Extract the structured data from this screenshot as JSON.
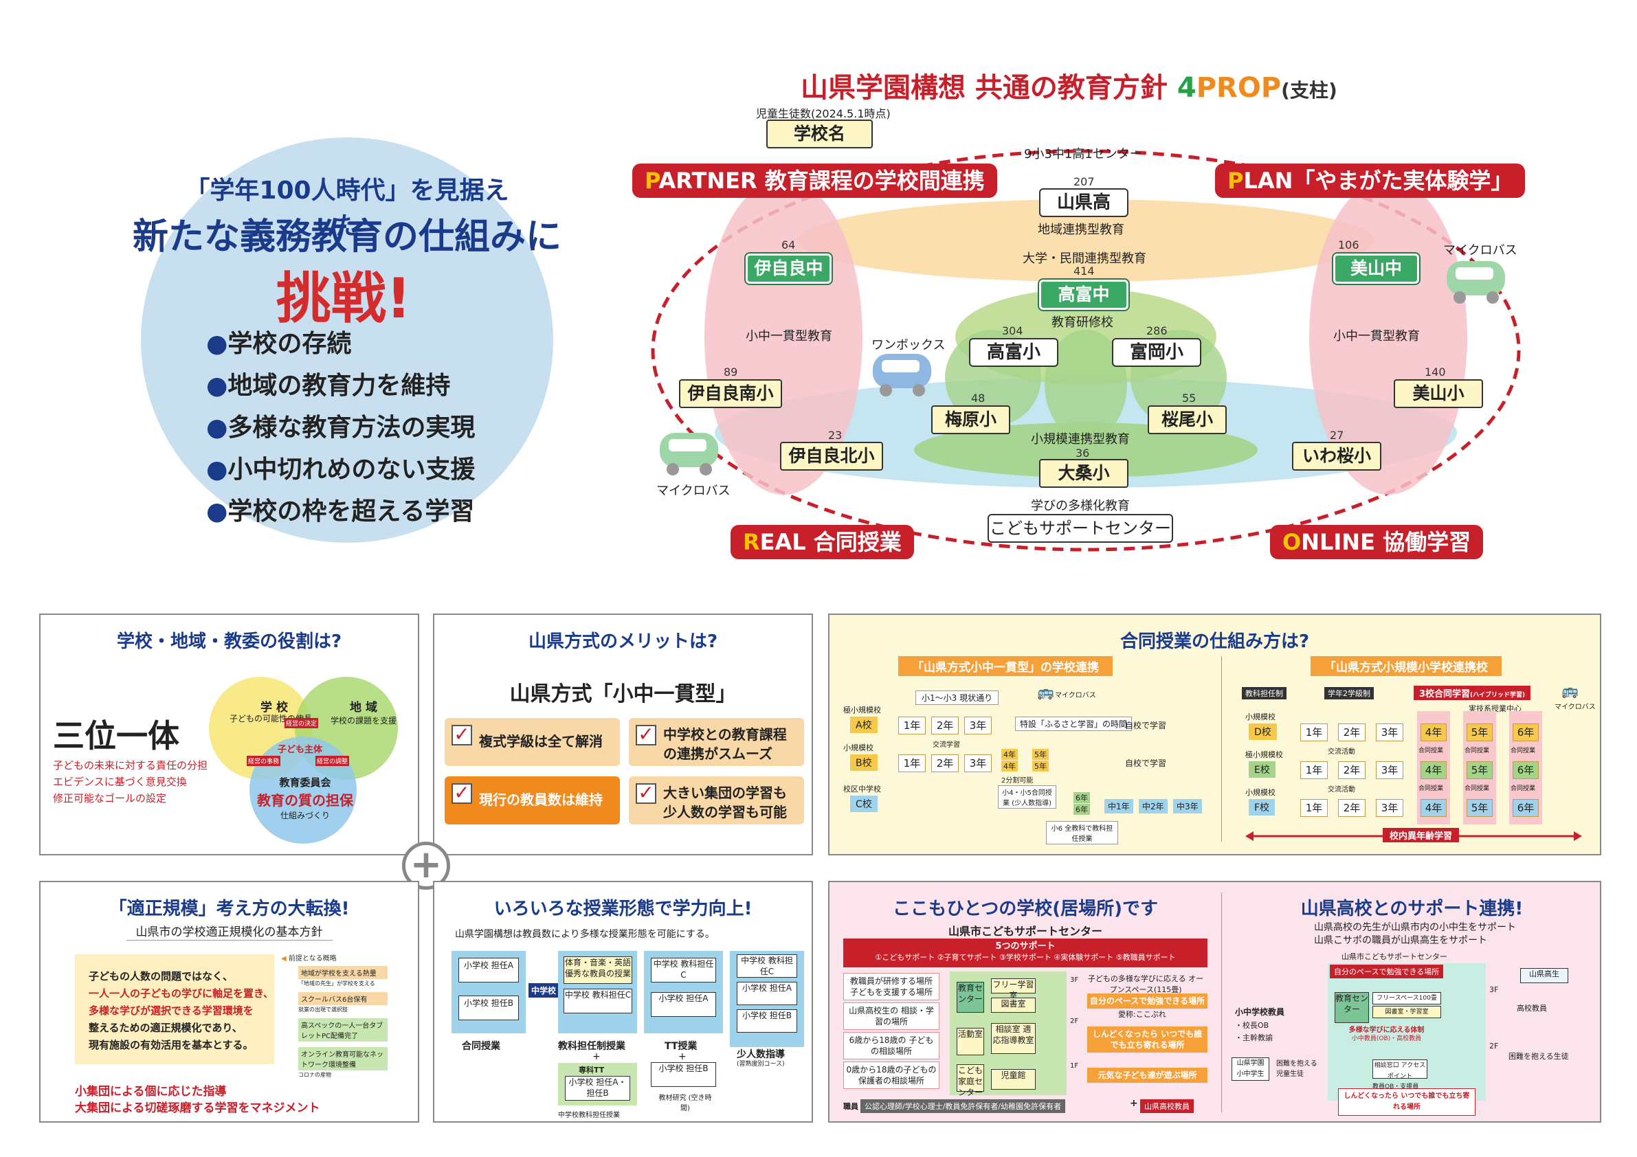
{
  "left": {
    "lead1": "「学年100人時代」を見据えた",
    "lead2": "新たな義務教育の仕組みに",
    "lead3": "挑戦!",
    "bullets": [
      "学校の存続",
      "地域の教育力を維持",
      "多様な教育方法の実現",
      "小中切れめのない支援",
      "学校の枠を超える学習"
    ]
  },
  "main": {
    "title_main": "山県学園構想 共通の教育方針 ",
    "title_4": "4",
    "title_prop": "PROP",
    "title_sub": "(支柱)",
    "legend_count": "児童生徒数(2024.5.1時点)",
    "legend_name": "学校名",
    "center_count": "9小3中1高1センター",
    "tags": {
      "partner_cap": "P",
      "partner": "ARTNER 教育課程の学校間連携",
      "plan_cap": "P",
      "plan": "LAN「やまがた実体験学」",
      "real_cap": "R",
      "real": "EAL 合同授業",
      "online_cap": "O",
      "online": "NLINE 協働学習"
    },
    "schools": {
      "yamagata_high": {
        "name": "山県高",
        "count": "207"
      },
      "iserachu": {
        "name": "伊自良中",
        "count": "64"
      },
      "miyamachu": {
        "name": "美山中",
        "count": "106"
      },
      "takatomichu": {
        "name": "高富中",
        "count": "414"
      },
      "takatomisho": {
        "name": "高富小",
        "count": "304"
      },
      "tomiokasho": {
        "name": "富岡小",
        "count": "286"
      },
      "iseranansho": {
        "name": "伊自良南小",
        "count": "89"
      },
      "miyamasho": {
        "name": "美山小",
        "count": "140"
      },
      "umebarasho": {
        "name": "梅原小",
        "count": "48"
      },
      "sakuraosho": {
        "name": "桜尾小",
        "count": "55"
      },
      "iserahokusho": {
        "name": "伊自良北小",
        "count": "23"
      },
      "iwazakurasho": {
        "name": "いわ桜小",
        "count": "27"
      },
      "okuwasho": {
        "name": "大桑小",
        "count": "36"
      }
    },
    "labels": {
      "chiiki": "地域連携型教育",
      "daigaku": "大学・民間連携型教育",
      "kenshu": "教育研修校",
      "shochu_l": "小中一貫型教育",
      "shochu_r": "小中一貫型教育",
      "shokibo": "小規模連携型教育",
      "tayo": "学びの多様化教育",
      "kodomo": "こどもサポートセンター",
      "microbus_l": "マイクロバス",
      "microbus_r": "マイクロバス",
      "onebox": "ワンボックス"
    }
  },
  "p1": {
    "title": "学校・地域・教委の役割は?",
    "big": "三位一体",
    "lines": [
      "子どもの未来に対する責任の分担",
      "エビデンスに基づく意見交換",
      "修正可能なゴールの設定"
    ],
    "gakko": "学 校",
    "gakko_sub": "子どもの可能性の伸長",
    "chiiki": "地 域",
    "chiiki_sub": "学校の課題を支援",
    "kyoiku": "教育委員会",
    "kyoiku_main": "教育の質の担保",
    "kyoiku_sub": "仕組みづくり",
    "center": "子ども主体",
    "tag1": "経営の決定",
    "tag2": "経営の事務",
    "tag3": "経営の調整"
  },
  "p2": {
    "title": "山県方式のメリットは?",
    "sub": "山県方式「小中一貫型」",
    "c1": "複式学級は全て解消",
    "c2": "中学校との教育課程の連携がスムーズ",
    "c3": "現行の教員数は維持",
    "c4": "大きい集団の学習も少人数の学習も可能"
  },
  "p3": {
    "title": "合同授業の仕組み方は?",
    "left_head": "「山県方式小中一貫型」の学校連携",
    "right_head": "「山県方式小規模小学校連携校",
    "l": {
      "top": "小1〜小3 現状通り",
      "microbus": "マイクロバス",
      "furusato": "特設「ふるさと学習」の時間",
      "jiko1": "自校で学習",
      "jiko2": "自校で学習",
      "a_type": "極小規模校",
      "a": "A校",
      "b_type": "小規模校",
      "b": "B校",
      "c_type": "校区中学校",
      "c": "C校",
      "g1": "1年",
      "g2": "2年",
      "g3": "3年",
      "g4": "4年",
      "g5": "5年",
      "g6": "6年",
      "koryu": "交流学習",
      "fukushiki": "2分割可能",
      "gouhoujugyo": "小4・小5合同授業 (少人数指導)",
      "sho6": "小6 全教科で教科担任授業",
      "j1": "中1年",
      "j2": "中2年",
      "j3": "中3年"
    },
    "r": {
      "h1": "教科担任制",
      "h2": "学年2学級制",
      "h3": "3校合同学習",
      "h3b": "(ハイブリッド学習)",
      "microbus": "マイクロバス",
      "jissai": "実技系授業中心",
      "d_type": "小規模校",
      "d": "D校",
      "e_type": "極小規模校",
      "e": "E校",
      "f_type": "小規模校",
      "f": "F校",
      "koryu": "交流活動",
      "goudou": "合同授業",
      "bottom": "校内異年齢学習"
    }
  },
  "p4": {
    "title": "「適正規模」考え方の大転換!",
    "sub": "山県市の学校適正規模化の基本方針",
    "body": [
      "子どもの人数の問題ではなく、",
      "一人一人の子どもの学びに軸足を置き、",
      "多様な学びが選択できる学習環境を",
      "整えるための適正規模化であり、",
      "現有施設の有効活用を基本とする。"
    ],
    "zentei": "前提となる概略",
    "items": [
      "地域が学校を支える熱量",
      "スクールバス6台保有",
      "高スペックの一人一台タブレットPC配備完了",
      "オンライン教育可能なネットワーク環境整備"
    ],
    "items_sub": [
      "「地域の先生」が学校を支える",
      "就業の出現で選択肢",
      "",
      "コロナの産物"
    ],
    "foot1": "小集団による個に応じた指導",
    "foot2": "大集団による切磋琢磨する学習をマネジメント"
  },
  "p5": {
    "title": "いろいろな授業形態で学力向上!",
    "sub": "山県学園構想は教員数により多様な授業形態を可能にする。",
    "forms": [
      "合同授業",
      "教科担任制授業",
      "TT授業",
      "少人数指導"
    ],
    "forms_sub": [
      "",
      "",
      "",
      "(習熟度別コース)"
    ],
    "chu": "中学校",
    "boxes": {
      "a1": "小学校 担任A",
      "b1": "小学校 担任B",
      "c1": "体育・音楽・英語 優秀な教員の授業",
      "c2": "中学校 教科担任C",
      "d1": "中学校 教科担任C",
      "d2": "小学校 担任A",
      "e1": "中学校 教科担任C",
      "e2": "小学校 担任A",
      "e3": "小学校 担任B",
      "f1": "専科TT",
      "f2": "小学校 担任A・担任B",
      "g1": "小学校 担任B"
    },
    "note1": "中学校教科担任授業",
    "note2": "教材研究 (空き時間)"
  },
  "p6": {
    "title": "ここもひとつの学校(居場所)です",
    "sub": "山県市こどもサポートセンター",
    "support_head": "5つのサポート",
    "support_list": "①こどもサポート ②子育てサポート ③学校サポート ④実体験サポート ⑤教職員サポート",
    "left_items": [
      "教職員が研修する場所 子どもを支援する場所",
      "山県高校生の 相談・学習の場所",
      "6歳から18歳の 子どもの相談場所",
      "0歳から18歳の子どもの 保護者の相談場所"
    ],
    "right_items": [
      "子どもの多様な学びに応える オープンスペース(115畳)",
      "自分のペースで勉強できる場所",
      "愛称:ここぷれ",
      "しんどくなったら いつでも誰でも立ち寄れる場所",
      "元気な子ども達が遊ぶ場所"
    ],
    "rooms": [
      "教育センター",
      "フリー学習室",
      "図書室",
      "活動室",
      "相談室 適応指導教室",
      "こども家庭センター",
      "児童館"
    ],
    "floors": [
      "3F",
      "2F",
      "1F"
    ],
    "staff_label": "職員",
    "staff": "公認心理師/学校心理士/教員免許保有者/幼稚園免許保有者",
    "staff_plus": "山県高校教員"
  },
  "p7": {
    "title": "山県高校とのサポート連携!",
    "line1": "山県高校の先生が山県市内の小中生をサポート",
    "line2": "山県こサポの職員が山県高生をサポート",
    "center": "山県市こどもサポートセンター",
    "top_bar": "自分のペースで勉強できる場所",
    "left_group": "小中学校教員",
    "left_items": [
      "・校長OB",
      "・主幹教諭"
    ],
    "student": "山県学園 小中学生",
    "trouble1": "困難を抱える 児童生徒",
    "trouble2": "困難を抱える生徒",
    "kokosei": "山県高生",
    "kokokyoin": "高校教員",
    "room1": "教育センター",
    "room2": "フリースペース100畳",
    "room3": "図書室・学習室",
    "room4": "多様な学びに応える体制",
    "room4b": "小中教員(OB)・高校教員",
    "room5": "相談窓口 アクセスポイント",
    "room6": "教員OB・支援員",
    "bottom": "しんどくなったら いつでも誰でも立ち寄れる場所",
    "f3": "3F",
    "f2": "2F"
  },
  "colors": {
    "red": "#c8202a",
    "navy": "#1a3a8a",
    "green": "#3ba866",
    "orange": "#f08a1c"
  }
}
